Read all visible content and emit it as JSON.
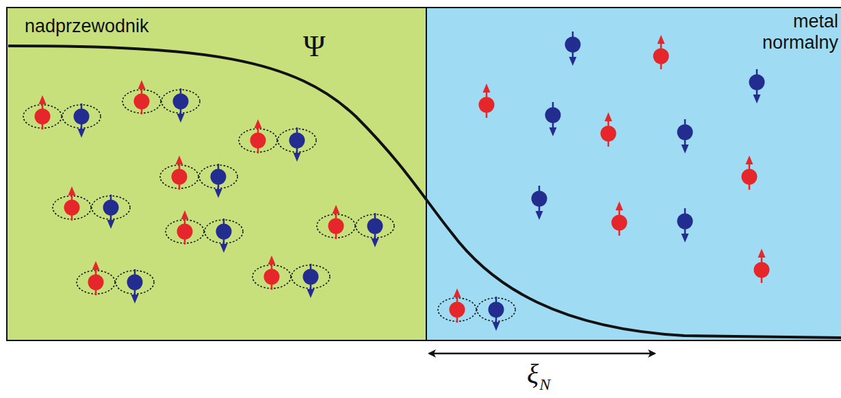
{
  "diagram": {
    "nodes": [
      {
        "text": [
          "nadprzewodnik"
        ]
      },
      {
        "text": [
          "metal normalny"
        ]
      }
    ],
    "labels": [
      "Ψ",
      "ξ",
      "N"
    ]
  }
}
